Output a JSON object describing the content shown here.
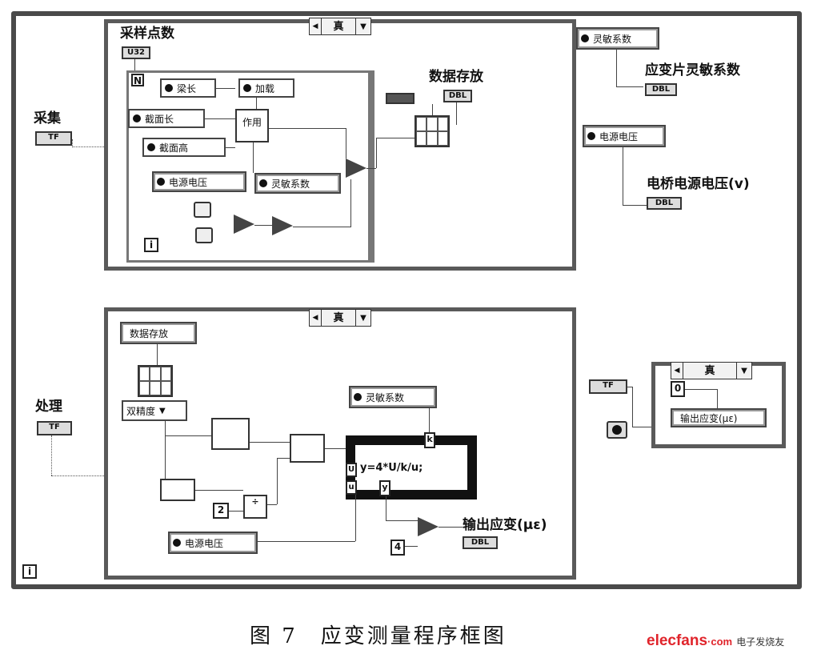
{
  "diagram": {
    "outer_loop_index": "i",
    "acquire": {
      "bool_label": "采集",
      "bool_term": "TF",
      "case_selector": "真",
      "sample_count_label": "采样点数",
      "sample_count_term": "U32",
      "loop_count_term": "N",
      "loop_index": "i",
      "inputs": [
        "梁长",
        "加载",
        "截面长",
        "截面高",
        "电源电压",
        "灵敏系数"
      ],
      "calc_node": "作用",
      "data_store_label": "数据存放",
      "data_store_term": "DBL"
    },
    "right_top": {
      "sensitivity_node": "灵敏系数",
      "sensitivity_label": "应变片灵敏系数",
      "sensitivity_term": "DBL",
      "voltage_node": "电源电压",
      "voltage_label": "电桥电源电压(v)",
      "voltage_term": "DBL"
    },
    "process": {
      "bool_label": "处理",
      "bool_term": "TF",
      "case_selector": "真",
      "data_store_node": "数据存放",
      "precision_select": "双精度",
      "sensitivity_node": "灵敏系数",
      "voltage_node": "电源电压",
      "formula": "y=4*U/k/u;",
      "formula_inputs": [
        "k",
        "U",
        "u"
      ],
      "formula_output": "y",
      "const_2": "2",
      "const_4": "4",
      "output_label": "输出应变(με)",
      "output_term": "DBL"
    },
    "bottom_right": {
      "bool_term": "TF",
      "case_selector": "真",
      "const_0": "0",
      "output_node": "输出应变(με)"
    }
  },
  "caption": "图 7　应变测量程序框图",
  "brand": {
    "name": "elecfans",
    "suffix": "·com",
    "tag": "电子发烧友"
  }
}
